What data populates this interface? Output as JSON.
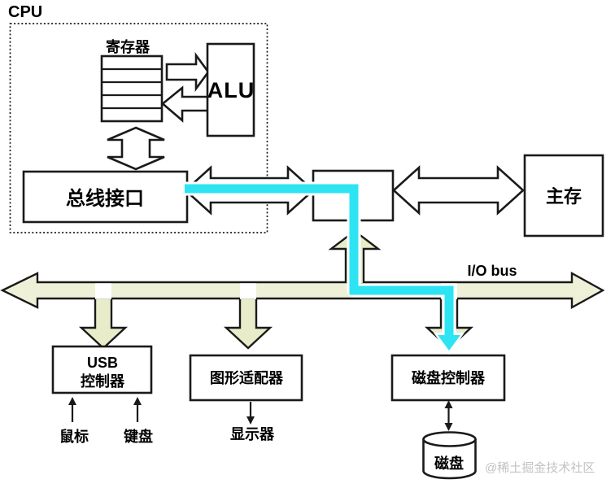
{
  "cpu": {
    "label": "CPU",
    "registers_label": "寄存器",
    "alu_label": "ALU",
    "bus_interface_label": "总线接口"
  },
  "memory": {
    "main_memory_label": "主存"
  },
  "io": {
    "bus_label": "I/O bus",
    "usb_controller_line1": "USB",
    "usb_controller_line2": "控制器",
    "graphics_adapter_label": "图形适配器",
    "disk_controller_label": "磁盘控制器"
  },
  "peripherals": {
    "mouse_label": "鼠标",
    "keyboard_label": "键盘",
    "display_label": "显示器",
    "disk_label": "磁盘"
  },
  "watermark": {
    "text": "@稀土掘金技术社区"
  },
  "colors": {
    "bus_fill": "#eef0d8",
    "arrow_fill": "#e9ecc9",
    "highlight_cyan": "#2ee3f2",
    "outline": "#1a1a1a",
    "watermark_gray": "#c2c2c2"
  }
}
